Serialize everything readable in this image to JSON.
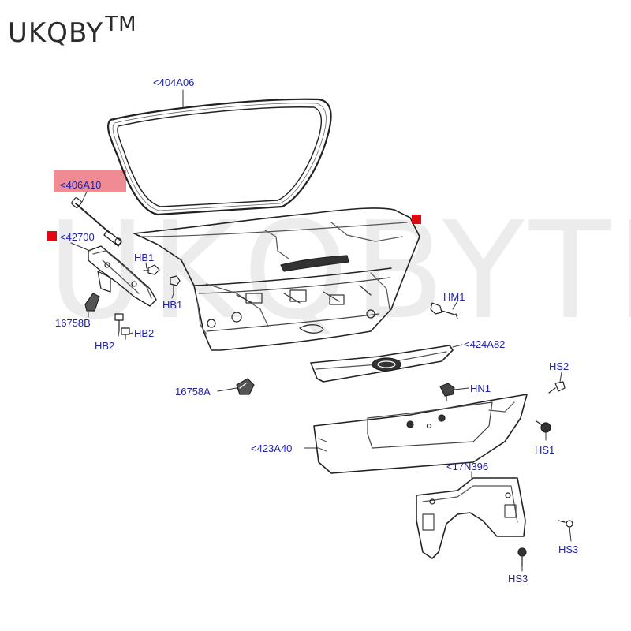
{
  "brand": {
    "name": "UKQBY",
    "tm": "TM"
  },
  "watermark": "UKQBYTM",
  "labels": {
    "p404A06": "<404A06",
    "p406A10": "<406A10",
    "p42700": "<42700",
    "hb1a": "HB1",
    "hb1b": "HB1",
    "p16758B": "16758B",
    "hb2a": "HB2",
    "hb2b": "HB2",
    "hm1": "HM1",
    "p424A82": "<424A82",
    "hs2": "HS2",
    "hn1": "HN1",
    "p16758A": "16758A",
    "hs1": "HS1",
    "p423A40": "<423A40",
    "p17N396": "<17N396",
    "hs3a": "HS3",
    "hs3b": "HS3"
  },
  "colors": {
    "label": "#2222aa",
    "highlight": "#e8646f",
    "marker": "#e30613"
  }
}
